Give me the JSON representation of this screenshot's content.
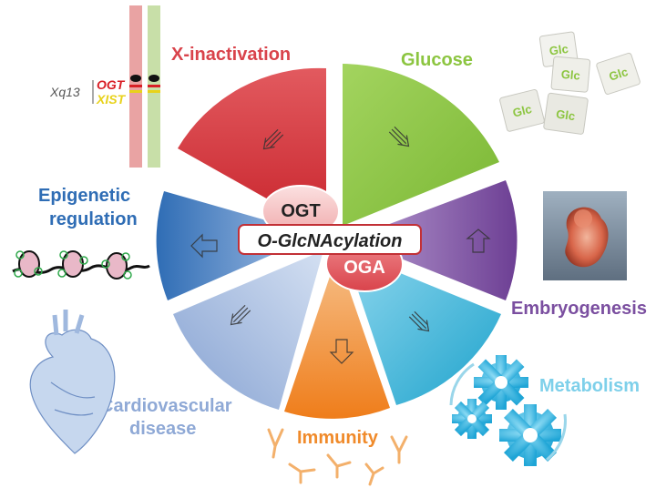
{
  "center": {
    "process": "O-GlcNAcylation",
    "enzyme_add": "OGT",
    "enzyme_remove": "OGA"
  },
  "segments": [
    {
      "id": "x-inactivation",
      "label": "X-inactivation",
      "color": "#d9434b"
    },
    {
      "id": "glucose",
      "label": "Glucose",
      "color": "#8cc540"
    },
    {
      "id": "embryogenesis",
      "label": "Embryogenesis",
      "color": "#7b4fa0"
    },
    {
      "id": "metabolism",
      "label": "Metabolism",
      "color": "#3fb8d8"
    },
    {
      "id": "immunity",
      "label": "Immunity",
      "color": "#f08a2a"
    },
    {
      "id": "cardiovascular",
      "label_lines": [
        "Cardiovascular",
        "disease"
      ],
      "color": "#8fa9d6"
    },
    {
      "id": "epigenetic",
      "label_lines": [
        "Epigenetic",
        "regulation"
      ],
      "color": "#2f6db5"
    }
  ],
  "chromosome": {
    "locus": "Xq13",
    "gene_1": "OGT",
    "gene_2": "XIST",
    "gene_1_color": "#d81f26",
    "gene_2_color": "#e8d21a"
  },
  "sugar_cube_text": "Glc",
  "icons": [
    "chromosome-icon",
    "sugar-cubes-icon",
    "embryo-icon",
    "gears-icon",
    "antibodies-icon",
    "heart-icon",
    "nucleosome-icon"
  ]
}
